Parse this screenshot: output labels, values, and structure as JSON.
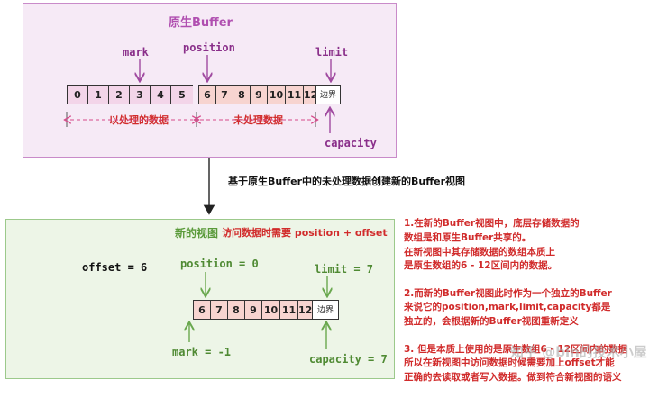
{
  "top": {
    "title": "原生Buffer",
    "labels": {
      "mark": "mark",
      "position": "position",
      "limit": "limit",
      "capacity": "capacity"
    },
    "cells": [
      "0",
      "1",
      "2",
      "3",
      "4",
      "5",
      "6",
      "7",
      "8",
      "9",
      "10",
      "11",
      "12",
      "边界"
    ],
    "processed_label": "以处理的数据",
    "unprocessed_label": "未处理数据"
  },
  "arrow_caption": "基于原生Buffer中的未处理数据创建新的Buffer视图",
  "bottom": {
    "title": "新的视图",
    "subtitle": "访问数据时需要 position + offset",
    "offset": "offset = 6",
    "position": "position = 0",
    "limit": "limit = 7",
    "mark": "mark = -1",
    "capacity": "capacity = 7",
    "cells": [
      "6",
      "7",
      "8",
      "9",
      "10",
      "11",
      "12",
      "边界"
    ]
  },
  "notes": {
    "p1": [
      "1.在新的Buffer视图中，底层存储数据的",
      "数组是和原生Buffer共享的。",
      "在新视图中其存储数据的数组本质上",
      "是原生数组的6 - 12区间内的数据。"
    ],
    "p2": [
      "2.而新的Buffer视图此时作为一个独立的Buffer",
      "来说它的position,mark,limit,capacity都是",
      "独立的，会根据新的Buffer视图重新定义"
    ],
    "p3": [
      "3. 但是本质上使用的是原生数组6 - 12区间内的数据",
      "所以在新视图中访问数据时候需要加上offset才能",
      "正确的去读取或者写入数据。做到符合新视图的语义"
    ]
  },
  "watermark": "知乎 @bin的技术小屋",
  "colors": {
    "top_panel_bg": "#f6eaf6",
    "top_panel_border": "#c98bc9",
    "bottom_panel_bg": "#edf5e7",
    "bottom_panel_border": "#9cc98b",
    "processed_fill": "#f3d5e9",
    "unprocessed_fill": "#f7d4d0",
    "accent_purple": "#b04fb0",
    "accent_green": "#6aa84f",
    "accent_red": "#d12b2b"
  }
}
